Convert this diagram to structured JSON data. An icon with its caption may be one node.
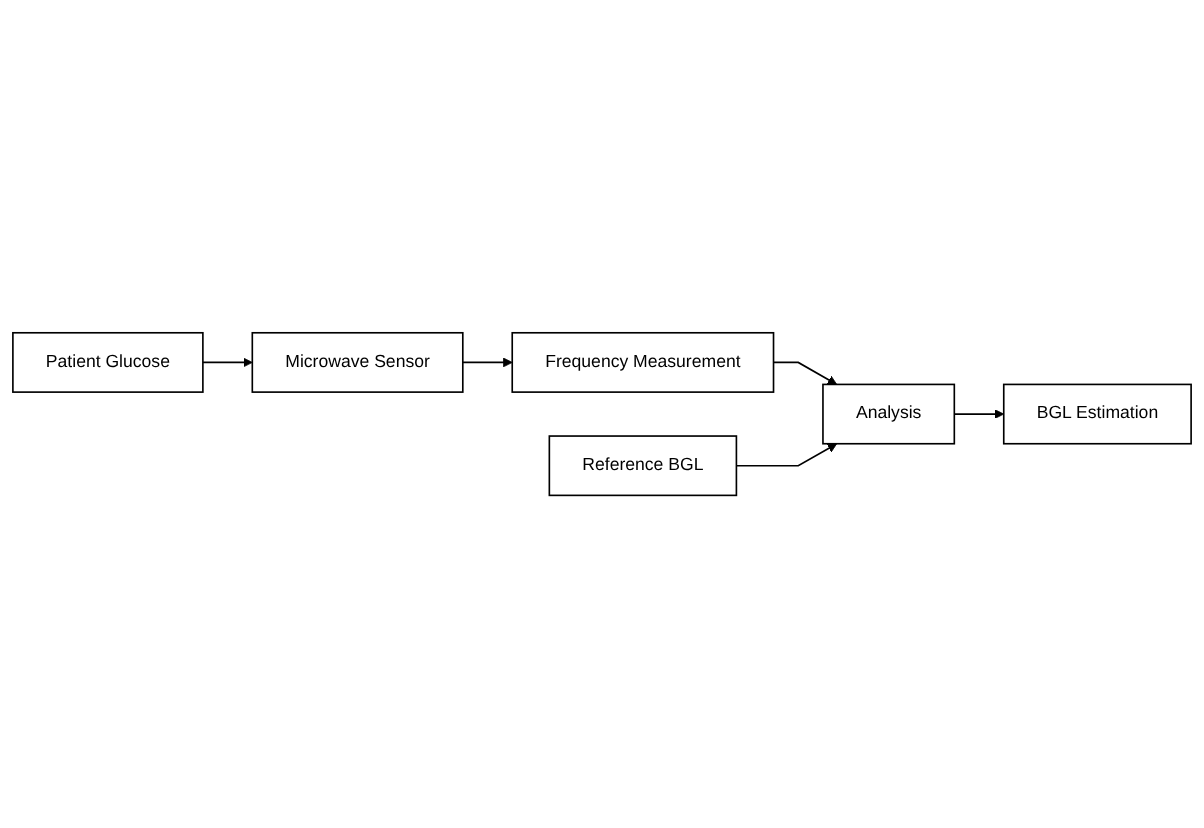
{
  "diagram": {
    "nodes": [
      {
        "text": [
          "Patient Glucose"
        ]
      },
      {
        "text": [
          "Microwave Sensor"
        ]
      },
      {
        "text": [
          "Frequency Measurement"
        ]
      },
      {
        "text": [
          "Reference BGL"
        ]
      },
      {
        "text": [
          "Analysis"
        ]
      },
      {
        "text": [
          "BGL Estimation"
        ]
      }
    ],
    "edges": [
      {
        "from": 0,
        "to": 1,
        "arrow": "to"
      },
      {
        "from": 1,
        "to": 2,
        "arrow": "to"
      },
      {
        "from": 2,
        "to": 4,
        "arrow": "to"
      },
      {
        "from": 3,
        "to": 4,
        "arrow": "to"
      },
      {
        "from": 4,
        "to": 5,
        "arrow": "to"
      }
    ]
  }
}
